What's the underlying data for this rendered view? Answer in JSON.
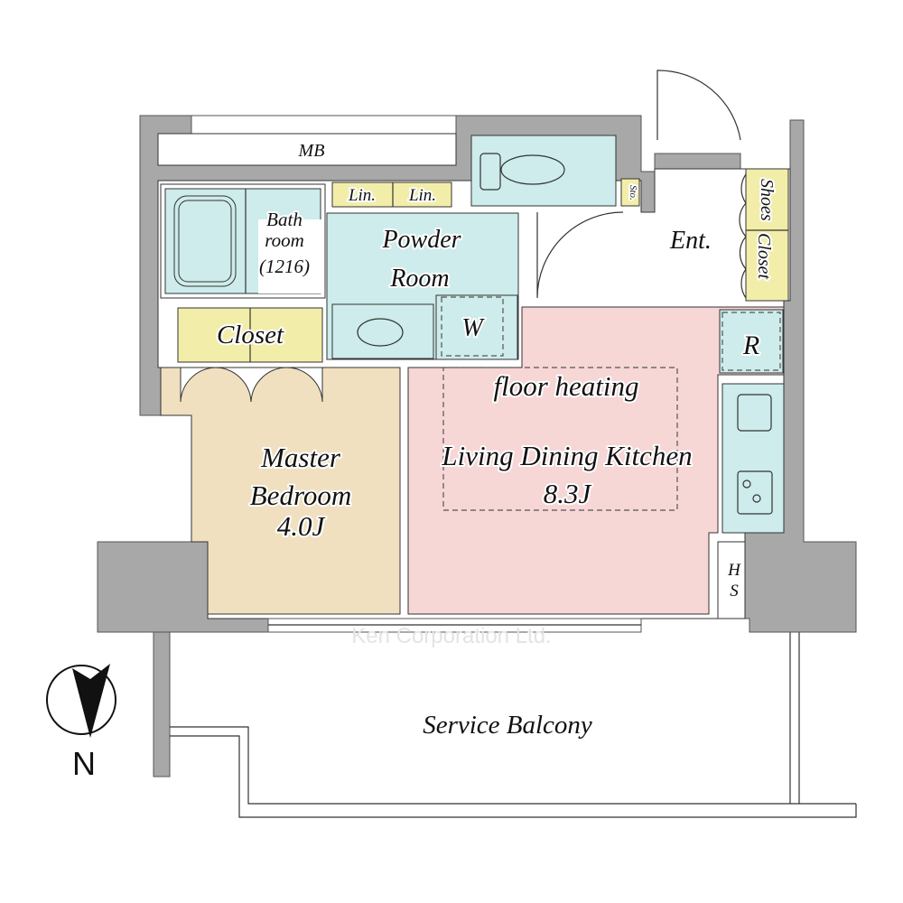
{
  "plan": {
    "rooms": {
      "mb": "MB",
      "lin1": "Lin.",
      "lin2": "Lin.",
      "bath_line1": "Bath",
      "bath_line2": "room",
      "bath_line3": "(1216)",
      "powder_line1": "Powder",
      "powder_line2": "Room",
      "washer": "W",
      "closet": "Closet",
      "storage": "Sto.",
      "entrance": "Ent.",
      "shoes_line1": "Shoes",
      "shoes_line2": "Closet",
      "refrigerator": "R",
      "floor_heating": "floor heating",
      "ldk_name": "Living Dining Kitchen",
      "ldk_size": "8.3J",
      "bedroom_line1": "Master",
      "bedroom_line2": "Bedroom",
      "bedroom_size": "4.0J",
      "hs_line1": "H",
      "hs_line2": "S",
      "balcony": "Service Balcony"
    },
    "compass": "N",
    "watermark": "Ken Corporation Ltd."
  },
  "colors": {
    "wall": "#a8a8a8",
    "wet_area": "#cdeceb",
    "storage": "#f2eeaa",
    "bedroom": "#f0e0c0",
    "ldk": "#f7d6d6"
  }
}
